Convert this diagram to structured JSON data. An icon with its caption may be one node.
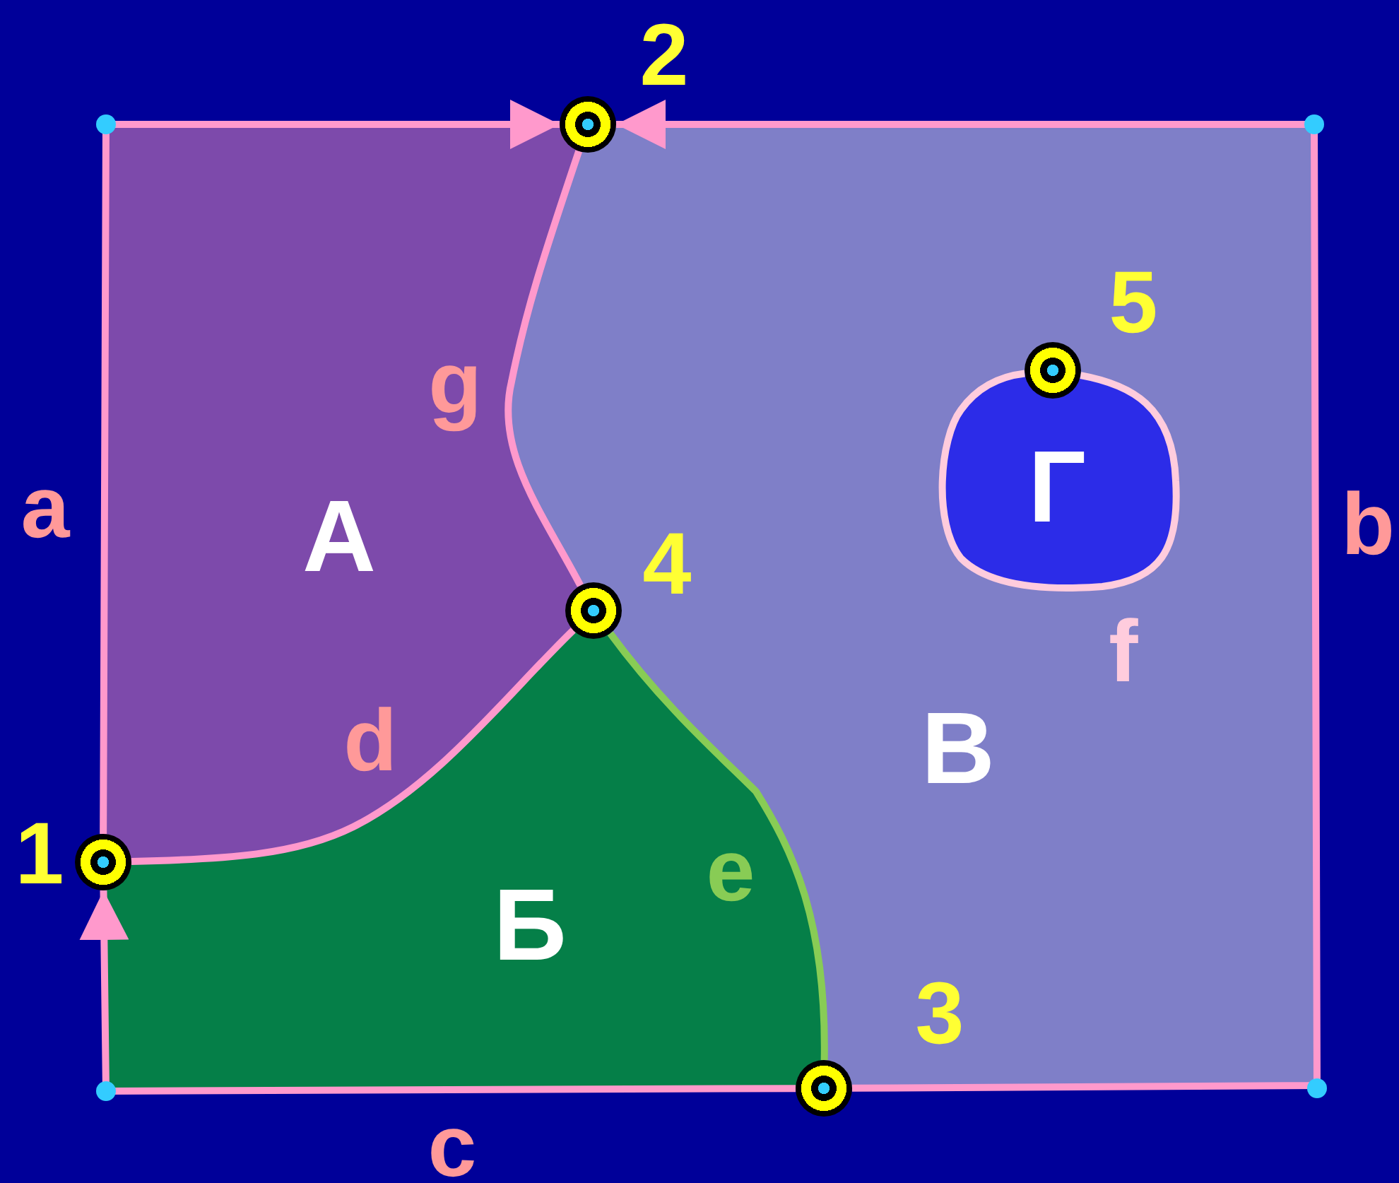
{
  "diagram": {
    "nodes": [
      {
        "text": [],
        "shape": "circle",
        "beside": [
          "2"
        ]
      },
      {
        "text": [
          "А"
        ]
      },
      {
        "text": [
          "В"
        ]
      },
      {
        "text": [
          "Г"
        ],
        "in": 2
      },
      {
        "text": [],
        "shape": "circle",
        "beside": [
          "5"
        ],
        "in": 2
      },
      {
        "text": [],
        "shape": "circle",
        "beside": [
          "4"
        ]
      },
      {
        "text": [
          "Б"
        ]
      },
      {
        "text": [],
        "shape": "circle",
        "beside": [
          "1"
        ]
      },
      {
        "text": [],
        "shape": "circle",
        "beside": [
          "3"
        ]
      }
    ],
    "edges": [
      {
        "from": 7,
        "to": 0,
        "arrow": "to",
        "label": "a"
      },
      {
        "from": 8,
        "to": 0,
        "arrow": "to",
        "label": "b"
      },
      {
        "from": 8,
        "to": 7,
        "arrow": "to",
        "label": "c"
      },
      {
        "from": 7,
        "to": 5,
        "arrow": "none",
        "label": "d"
      },
      {
        "from": 5,
        "to": 8,
        "arrow": "none",
        "label": "e",
        "color": "#88cc55"
      },
      {
        "from": 4,
        "to": 4,
        "arrow": "none",
        "label": "f",
        "color": "#ffccdd"
      },
      {
        "from": 5,
        "to": 0,
        "arrow": "none",
        "label": "g"
      }
    ]
  }
}
